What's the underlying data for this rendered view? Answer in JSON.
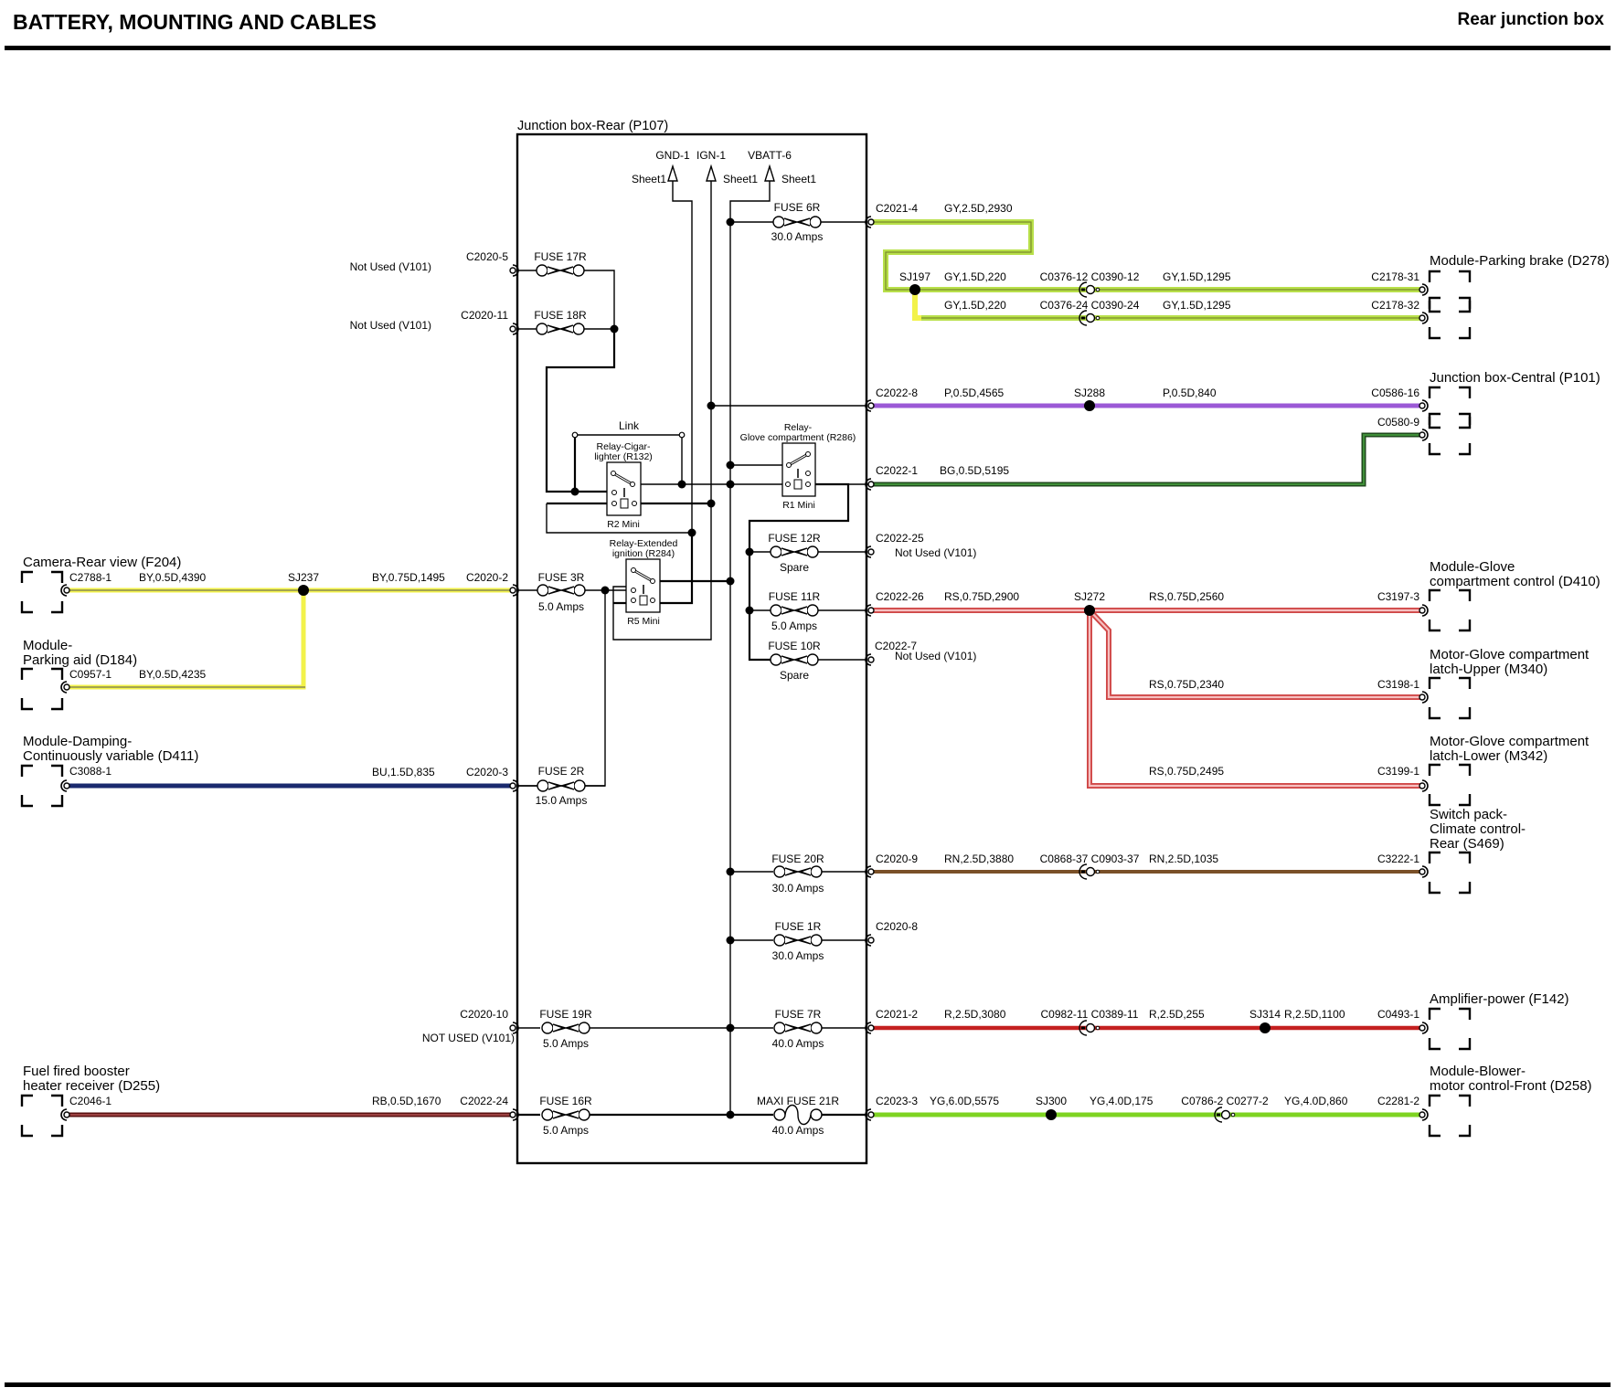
{
  "header": {
    "title": "BATTERY, MOUNTING AND CABLES",
    "subtitle": "Rear junction box"
  },
  "junction_box": {
    "title": "Junction box-Rear (P107)",
    "supplies": [
      {
        "label": "GND-1",
        "sheet": "Sheet1"
      },
      {
        "label": "IGN-1",
        "sheet": "Sheet1"
      },
      {
        "label": "VBATT-6",
        "sheet": "Sheet1"
      }
    ],
    "link_label": "Link",
    "relays": [
      {
        "name": "Relay-Cigar-",
        "name2": "lighter (R132)",
        "type": "R2 Mini"
      },
      {
        "name": "Relay-",
        "name2": "Glove compartment (R286)",
        "type": "R1 Mini"
      },
      {
        "name": "Relay-Extended",
        "name2": "ignition (R284)",
        "type": "R5 Mini"
      }
    ],
    "fuses": {
      "f6r": {
        "label": "FUSE 6R",
        "rating": "30.0 Amps"
      },
      "f17r": {
        "label": "FUSE 17R",
        "rating": ""
      },
      "f18r": {
        "label": "FUSE 18R",
        "rating": ""
      },
      "f12r": {
        "label": "FUSE 12R",
        "rating": "Spare"
      },
      "f3r": {
        "label": "FUSE 3R",
        "rating": "5.0 Amps"
      },
      "f11r": {
        "label": "FUSE 11R",
        "rating": "5.0 Amps"
      },
      "f10r": {
        "label": "FUSE 10R",
        "rating": "Spare"
      },
      "f2r": {
        "label": "FUSE 2R",
        "rating": "15.0 Amps"
      },
      "f20r": {
        "label": "FUSE 20R",
        "rating": "30.0 Amps"
      },
      "f1r": {
        "label": "FUSE 1R",
        "rating": "30.0 Amps"
      },
      "f19r": {
        "label": "FUSE 19R",
        "rating": "5.0 Amps"
      },
      "f7r": {
        "label": "FUSE 7R",
        "rating": "40.0 Amps"
      },
      "f16r": {
        "label": "FUSE 16R",
        "rating": "5.0 Amps"
      },
      "f21r": {
        "label": "MAXI FUSE 21R",
        "rating": "40.0 Amps"
      }
    },
    "pins": {
      "c2021_4": "C2021-4",
      "c2020_5": "C2020-5",
      "c2020_11": "C2020-11",
      "c2022_8": "C2022-8",
      "c2022_1": "C2022-1",
      "c2022_25": "C2022-25",
      "c2020_2": "C2020-2",
      "c2022_26": "C2022-26",
      "c2022_7": "C2022-7",
      "c2020_3": "C2020-3",
      "c2020_9": "C2020-9",
      "c2020_8": "C2020-8",
      "c2020_10": "C2020-10",
      "c2021_2": "C2021-2",
      "c2022_24": "C2022-24",
      "c2023_3": "C2023-3"
    },
    "not_used": {
      "c2020_5": "Not Used (V101)",
      "c2020_11": "Not Used (V101)",
      "c2022_25": "Not Used (V101)",
      "c2022_7": "Not Used (V101)",
      "c2020_10": "NOT USED (V101)"
    }
  },
  "wires": {
    "gy_main": "GY,2.5D,2930",
    "gy_a1": "GY,1.5D,220",
    "gy_a2": "GY,1.5D,1295",
    "gy_b1": "GY,1.5D,220",
    "gy_b2": "GY,1.5D,1295",
    "p1": "P,0.5D,4565",
    "p2": "P,0.5D,840",
    "bg": "BG,0.5D,5195",
    "by1": "BY,0.5D,4390",
    "by2": "BY,0.75D,1495",
    "by3": "BY,0.5D,4235",
    "bu": "BU,1.5D,835",
    "rs1": "RS,0.75D,2900",
    "rs2": "RS,0.75D,2560",
    "rs3": "RS,0.75D,2340",
    "rs4": "RS,0.75D,2495",
    "rn1": "RN,2.5D,3880",
    "rn2": "RN,2.5D,1035",
    "r1": "R,2.5D,3080",
    "r2": "R,2.5D,255",
    "r3": "R,2.5D,1100",
    "rb": "RB,0.5D,1670",
    "yg1": "YG,6.0D,5575",
    "yg2": "YG,4.0D,175",
    "yg3": "YG,4.0D,860"
  },
  "splices": {
    "sj197": "SJ197",
    "sj288": "SJ288",
    "sj237": "SJ237",
    "sj272": "SJ272",
    "sj314": "SJ314",
    "sj300": "SJ300"
  },
  "inline_connectors": {
    "c0376_12": "C0376-12 C0390-12",
    "c0376_24": "C0376-24 C0390-24",
    "c0868_37": "C0868-37 C0903-37",
    "c0982_11": "C0982-11 C0389-11",
    "c0786_2": "C0786-2 C0277-2"
  },
  "components": {
    "parking_brake": {
      "name": "Module-Parking brake (D278)",
      "pins": [
        "C2178-31",
        "C2178-32"
      ]
    },
    "jb_central": {
      "name": "Junction box-Central (P101)",
      "pins": [
        "C0586-16",
        "C0580-9"
      ]
    },
    "camera": {
      "name": "Camera-Rear view (F204)",
      "pin": "C2788-1"
    },
    "parking_aid": {
      "name1": "Module-",
      "name2": "Parking aid (D184)",
      "pin": "C0957-1"
    },
    "damping": {
      "name1": "Module-Damping-",
      "name2": "Continuously variable (D411)",
      "pin": "C3088-1"
    },
    "glove_ctrl": {
      "name1": "Module-Glove",
      "name2": "compartment control (D410)",
      "pin": "C3197-3"
    },
    "latch_upper": {
      "name1": "Motor-Glove compartment",
      "name2": "latch-Upper (M340)",
      "pin": "C3198-1"
    },
    "latch_lower": {
      "name1": "Motor-Glove compartment",
      "name2": "latch-Lower (M342)",
      "pin": "C3199-1"
    },
    "climate": {
      "name1": "Switch pack-",
      "name2": "Climate control-",
      "name3": "Rear (S469)",
      "pin": "C3222-1"
    },
    "amplifier": {
      "name": "Amplifier-power (F142)",
      "pin": "C0493-1"
    },
    "fuel_heater": {
      "name1": "Fuel fired booster",
      "name2": "heater receiver (D255)",
      "pin": "C2046-1"
    },
    "blower": {
      "name1": "Module-Blower-",
      "name2": "motor control-Front (D258)",
      "pin": "C2281-2"
    }
  },
  "colors": {
    "gy_outer": "#b8e04a",
    "gy_inner": "#8a8a8a",
    "yellow": "#f2f24a",
    "purple": "#9b59d6",
    "dark_green": "#2e6b2a",
    "navy": "#1a2a6e",
    "rs_outer": "#d04848",
    "rs_inner": "#f3a7a7",
    "brown": "#7a5028",
    "red": "#c42020",
    "rb": "#5a1010",
    "yg": "#7ed321"
  }
}
